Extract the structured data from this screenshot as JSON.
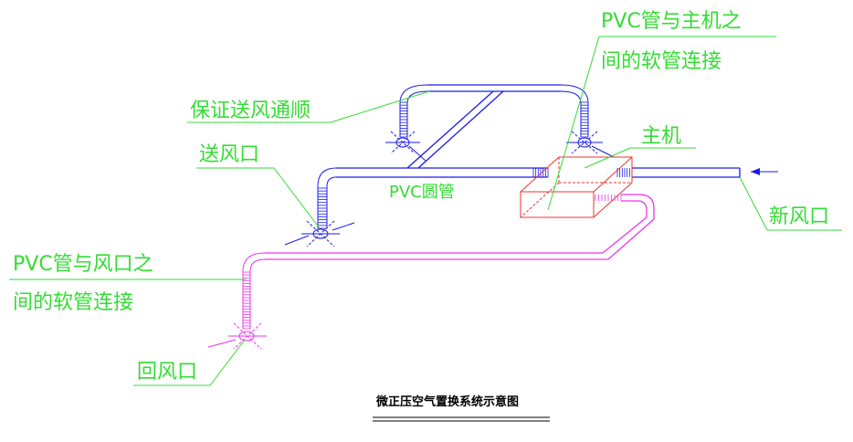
{
  "labels": {
    "pvc_host_flex_line1": "PVC管与主机之",
    "pvc_host_flex_line2": "间的软管连接",
    "ensure_airflow": "保证送风通顺",
    "supply_outlet": "送风口",
    "host_unit": "主机",
    "pvc_round_pipe": "PVC圆管",
    "fresh_air_inlet": "新风口",
    "pvc_outlet_flex_line1": "PVC管与风口之",
    "pvc_outlet_flex_line2": "间的软管连接",
    "return_outlet": "回风口",
    "caption": "微正压空气置换系统示意图"
  },
  "colors": {
    "label_green": "#33dd33",
    "supply_duct_blue": "#1a1aee",
    "return_duct_magenta": "#ee33ee",
    "host_box_red": "#ee3333",
    "caption_black": "#000000"
  }
}
